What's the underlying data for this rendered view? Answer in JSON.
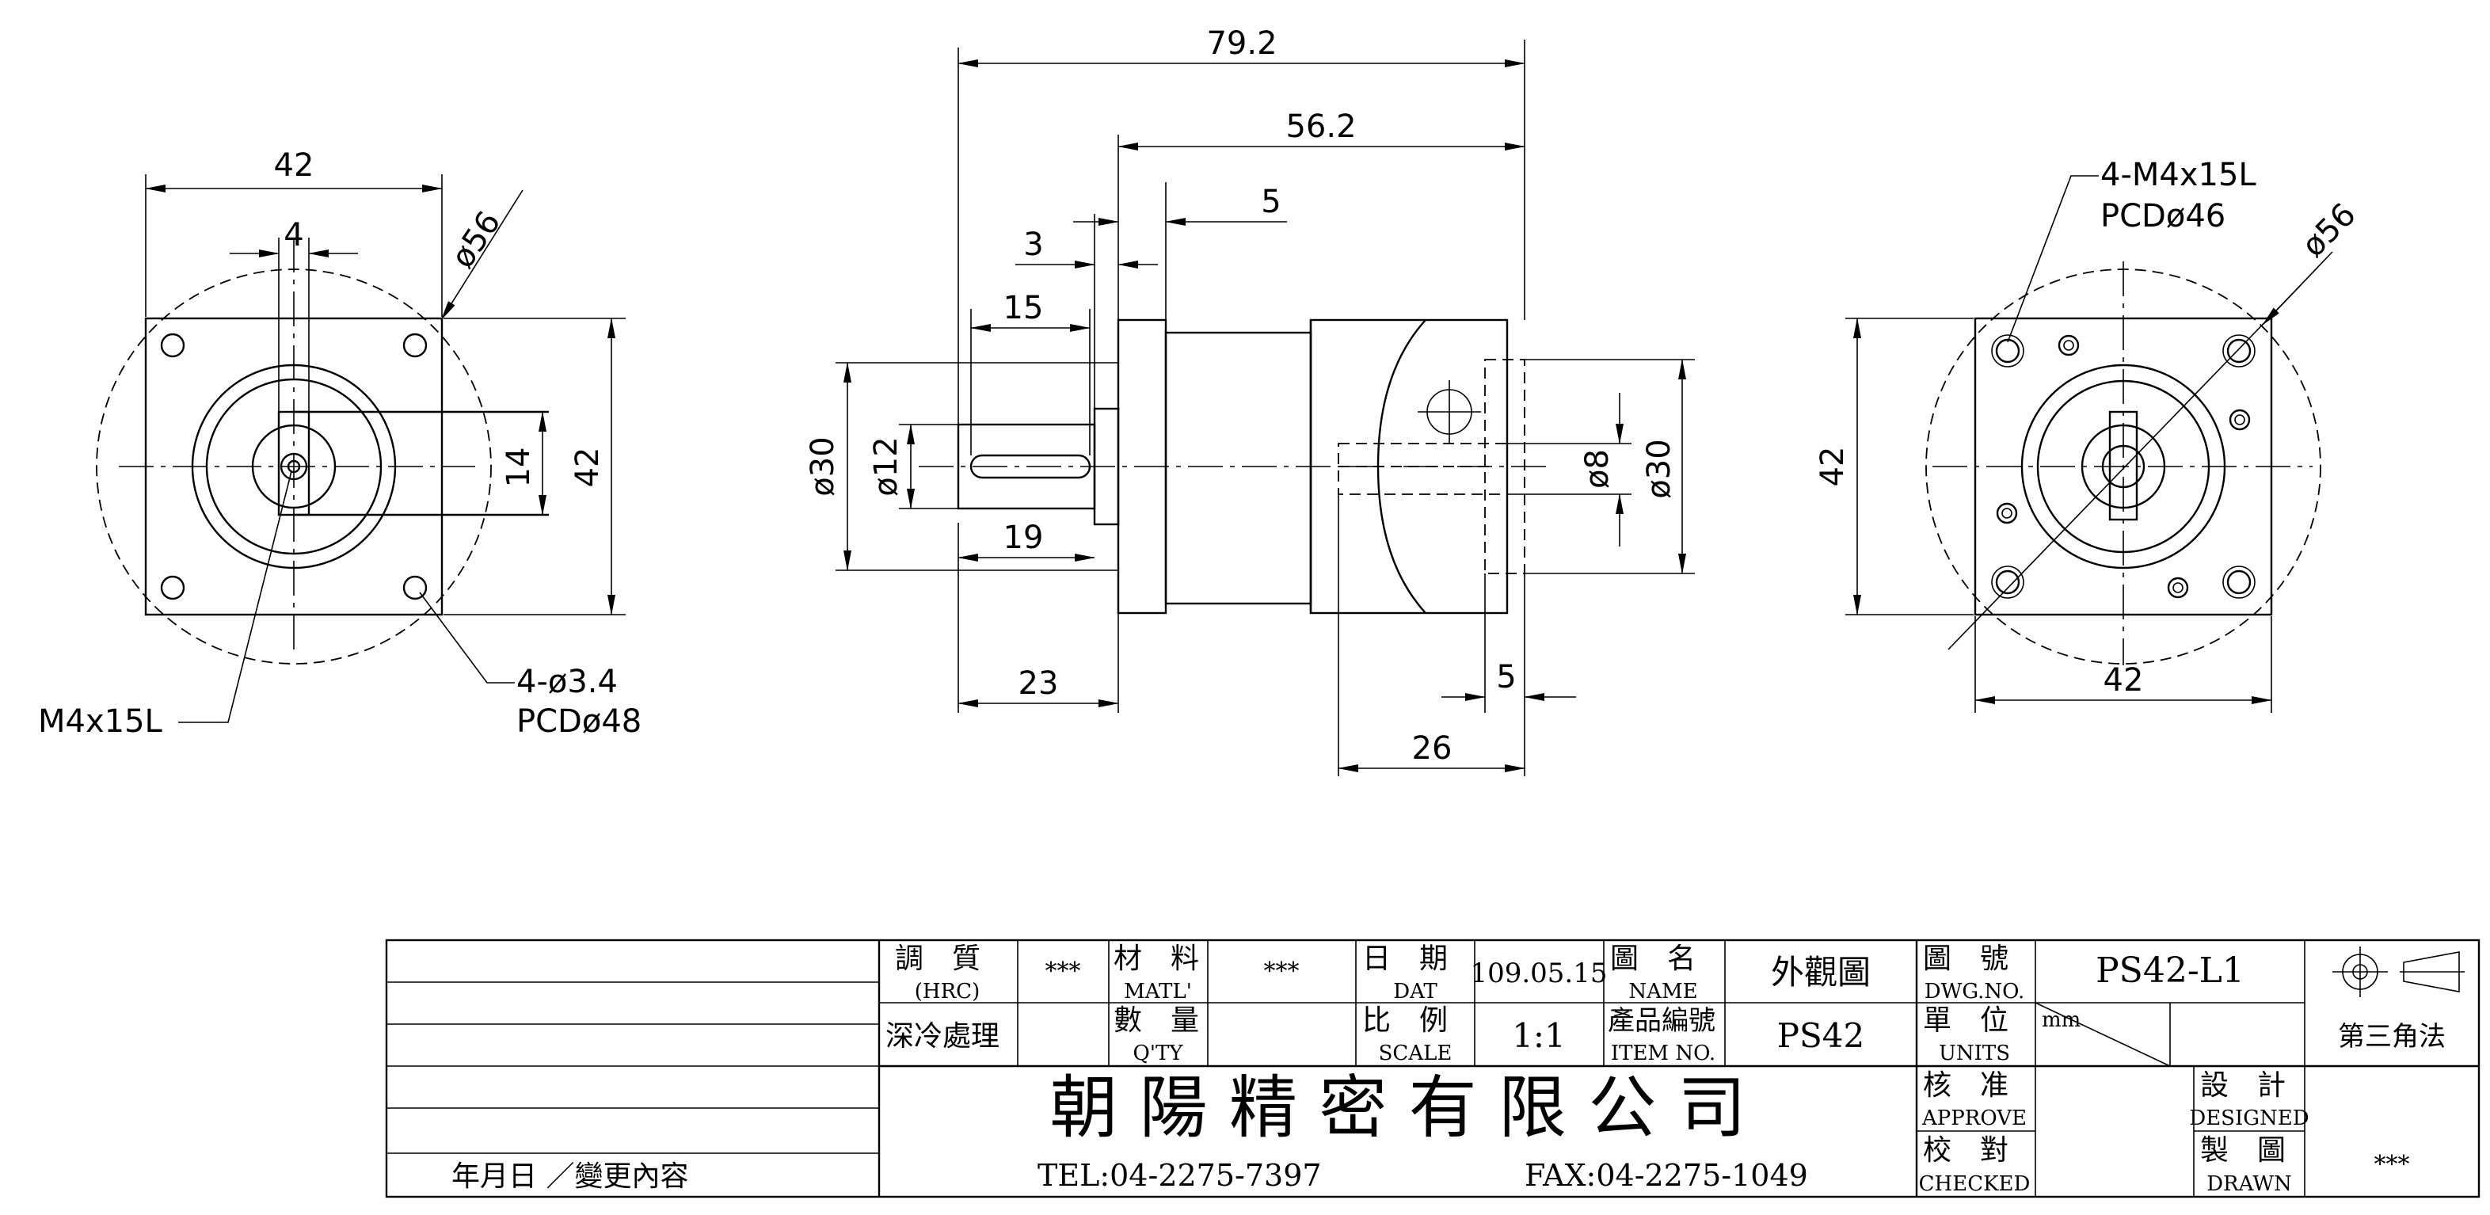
{
  "left_view": {
    "dim_width": "42",
    "dim_key": "4",
    "dim_diameter": "ø56",
    "dim_key_height": "14",
    "dim_height": "42",
    "callout_holes": "4-ø3.4",
    "callout_pcd": "PCDø48",
    "callout_thread": "M4x15L"
  },
  "side_view": {
    "dim_total": "79.2",
    "dim_body": "56.2",
    "dim_flange": "5",
    "dim_step": "3",
    "dim_key_len": "15",
    "dim_shaft_dia": "ø12",
    "dim_pilot_dia": "ø30",
    "dim_key_offset": "19",
    "dim_shaft_len": "23",
    "dim_bore_dia": "ø8",
    "dim_bore_pilot": "ø30",
    "dim_bore_step": "5",
    "dim_bore_depth": "26"
  },
  "right_view": {
    "callout_thread": "4-M4x15L",
    "callout_pcd": "PCDø46",
    "dim_diameter": "ø56",
    "dim_height": "42",
    "dim_width": "42"
  },
  "title_block": {
    "revision_label": "年月日 ／變更內容",
    "hrc_cn": "調　質",
    "hrc_en": "(HRC)",
    "hrc_value": "深冷處理",
    "hrc_extra": "***",
    "matl_cn": "材　料",
    "matl_en": "MATL'",
    "matl_value": "***",
    "qty_cn": "數　量",
    "qty_en": "Q'TY",
    "date_cn": "日　期",
    "date_en": "DAT",
    "date_value": "109.05.15",
    "scale_cn": "比　例",
    "scale_en": "SCALE",
    "scale_value": "1:1",
    "name_cn": "圖　名",
    "name_en": "NAME",
    "name_value": "外觀圖",
    "item_cn": "產品編號",
    "item_en": "ITEM NO.",
    "item_value": "PS42",
    "dwg_cn": "圖　號",
    "dwg_en": "DWG.NO.",
    "dwg_value": "PS42-L1",
    "units_cn": "單　位",
    "units_en": "UNITS",
    "units_value": "mm",
    "projection": "第三角法",
    "company": "朝 陽 精 密 有 限 公 司",
    "tel": "TEL:04-2275-7397",
    "fax": "FAX:04-2275-1049",
    "approve_cn": "核　准",
    "approve_en": "APPROVE",
    "checked_cn": "校　對",
    "checked_en": "CHECKED",
    "designed_cn": "設　計",
    "designed_en": "DESIGNED",
    "drawn_cn": "製　圖",
    "drawn_en": "DRAWN",
    "drawn_value": "***"
  }
}
